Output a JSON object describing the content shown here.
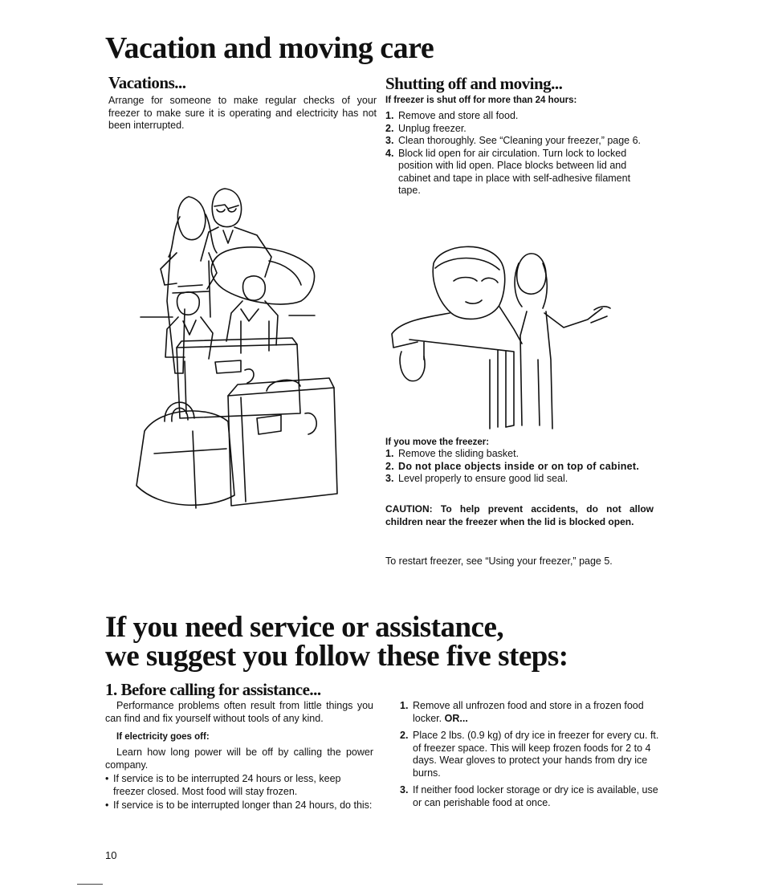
{
  "title": "Vacation and moving care",
  "vacations": {
    "heading": "Vacations...",
    "text": "Arrange for someone to make regular checks of your freezer to make sure it is operating and electricity has not been interrupted."
  },
  "shutting": {
    "heading": "Shutting off and moving...",
    "subheading": "If freezer is shut off for more than 24 hours:",
    "steps": [
      {
        "num": "1.",
        "text": "Remove and store all food."
      },
      {
        "num": "2.",
        "text": "Unplug freezer."
      },
      {
        "num": "3.",
        "text": "Clean thoroughly. See “Cleaning your freezer,” page 6."
      },
      {
        "num": "4.",
        "text": "Block lid open for air circulation. Turn lock to locked position with lid open. Place blocks between lid and cabinet and tape in place with self-adhesive filament tape."
      }
    ],
    "move_heading": "If you move the freezer:",
    "move_steps": [
      {
        "num": "1.",
        "text": "Remove the sliding basket."
      },
      {
        "num": "2.",
        "text": "Do not place objects inside or on top of cabinet."
      },
      {
        "num": "3.",
        "text": "Level properly to ensure good lid seal."
      }
    ],
    "caution": "CAUTION: To help prevent accidents, do not allow children near the freezer when the lid is blocked open.",
    "restart": "To restart freezer, see “Using your freezer,” page 5."
  },
  "service": {
    "title_line1": "If you need service or assistance,",
    "title_line2": "we suggest you follow these five steps:",
    "step_heading": "1. Before calling for assistance...",
    "intro": "Performance problems often result from little things you can find and fix yourself without tools of any kind.",
    "electricity_heading": "If electricity goes off:",
    "electricity_text": "Learn how long power will be off by calling the power company.",
    "bullets": [
      "If service is to be interrupted 24 hours or less, keep freezer closed. Most food will stay frozen.",
      "If service is to be interrupted longer than 24 hours, do this:"
    ],
    "bullet_mark": "•",
    "right_steps": [
      {
        "num": "1.",
        "text": "Remove all unfrozen food and store in a frozen food locker.",
        "suffix": "OR..."
      },
      {
        "num": "2.",
        "text": "Place 2 lbs. (0.9 kg) of dry ice in freezer for every cu. ft. of freezer space. This will keep frozen foods for 2 to 4 days. Wear gloves to protect your hands from dry ice burns."
      },
      {
        "num": "3.",
        "text": "If neither food locker storage or dry ice is available, use or can perishable food at once."
      }
    ]
  },
  "page_number": "10"
}
